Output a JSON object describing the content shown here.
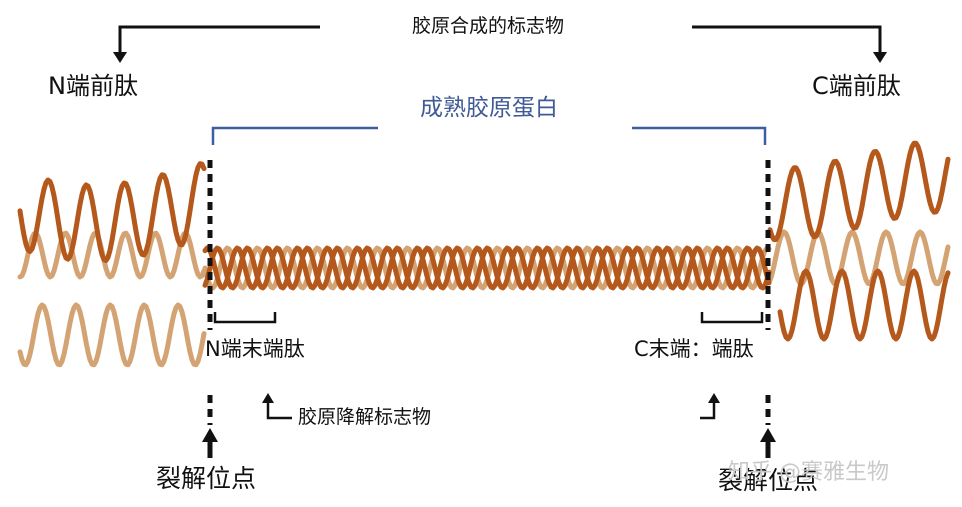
{
  "labels": {
    "synthesis_marker": "胶原合成的标志物",
    "n_propeptide": "N端前肽",
    "c_propeptide": "C端前肽",
    "mature_collagen": "成熟胶原蛋白",
    "n_telopeptide": "N端末端肽",
    "c_telopeptide": "C末端：端肽",
    "degradation_marker": "胶原降解标志物",
    "cleavage_site_left": "裂解位点",
    "cleavage_site_right": "裂解位点"
  },
  "watermark": "知乎 @赛雅生物",
  "colors": {
    "strand_dark": "#b4581c",
    "strand_light": "#d4a373",
    "bracket_blue": "#3e5ea3",
    "mature_text": "#3f5a96",
    "line": "#111111"
  }
}
